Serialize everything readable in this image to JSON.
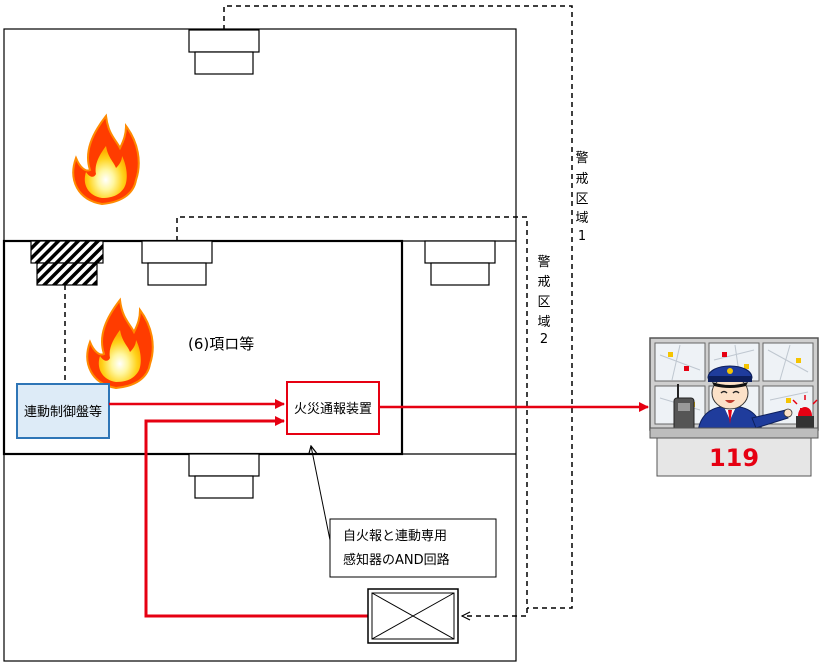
{
  "labels": {
    "room_label": "(6)項ロ等",
    "control_panel": "連動制御盤等",
    "fire_alarm_device": "火災通報装置",
    "and_circuit_line1": "自火報と連動専用",
    "and_circuit_line2": "感知器のAND回路",
    "zone1": [
      "警",
      "戒",
      "区",
      "域",
      "1"
    ],
    "zone2": [
      "警",
      "戒",
      "区",
      "域",
      "2"
    ],
    "emergency_number": "119"
  },
  "colors": {
    "signal_line": "#e60012",
    "panel_border": "#2e75b6",
    "panel_fill": "#ddebf7",
    "device_border": "#e60012"
  }
}
